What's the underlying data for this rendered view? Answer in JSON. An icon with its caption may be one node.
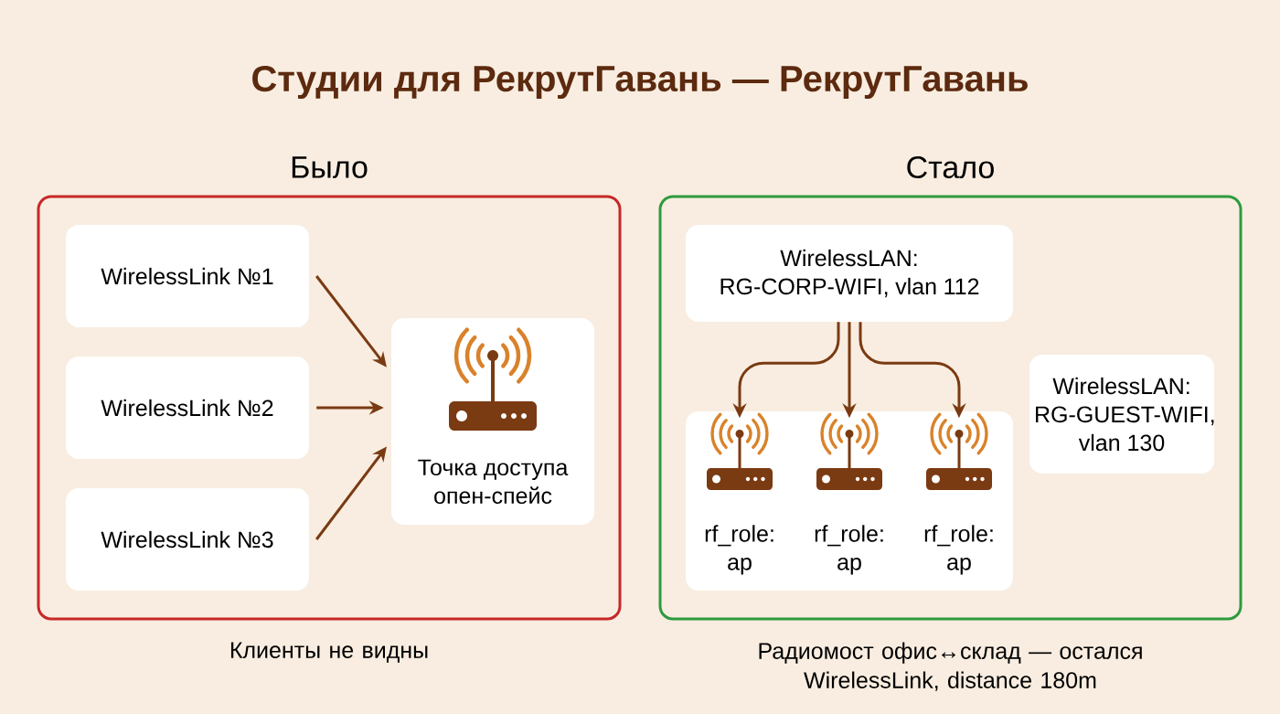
{
  "diagram": {
    "title": "Студии для РекрутГавань — РекрутГавань",
    "nodes": [
      {
        "text": [
          "Было"
        ],
        "beside": [
          "Клиенты не видны"
        ]
      },
      {
        "text": [
          "WirelessLink №1"
        ],
        "in": 0
      },
      {
        "text": [
          "WirelessLink №2"
        ],
        "in": 0
      },
      {
        "text": [
          "WirelessLink №3"
        ],
        "in": 0
      },
      {
        "text": [
          "Точка доступа опен-спейс"
        ],
        "in": 0
      },
      {
        "text": [
          "Стало"
        ],
        "beside": [
          "Радиомост офис↔склад — остался WirelessLink, distance 180m"
        ]
      },
      {
        "text": [
          "WirelessLAN: RG-CORP-WIFI, vlan 112"
        ],
        "in": 5
      },
      {
        "text": [],
        "shape": "box",
        "in": 5
      },
      {
        "text": [
          "rf_role: ap"
        ],
        "in": 7
      },
      {
        "text": [
          "rf_role: ap"
        ],
        "in": 7
      },
      {
        "text": [
          "rf_role: ap"
        ],
        "in": 7
      },
      {
        "text": [
          "WirelessLAN: RG-GUEST-WIFI, vlan 130"
        ],
        "in": 5
      }
    ],
    "edges": [
      {
        "from": 1,
        "to": 4,
        "arrow": "to"
      },
      {
        "from": 2,
        "to": 4,
        "arrow": "to"
      },
      {
        "from": 3,
        "to": 4,
        "arrow": "to"
      },
      {
        "from": 6,
        "to": 8,
        "arrow": "to"
      },
      {
        "from": 6,
        "to": 9,
        "arrow": "to"
      },
      {
        "from": 6,
        "to": 10,
        "arrow": "to"
      }
    ]
  }
}
